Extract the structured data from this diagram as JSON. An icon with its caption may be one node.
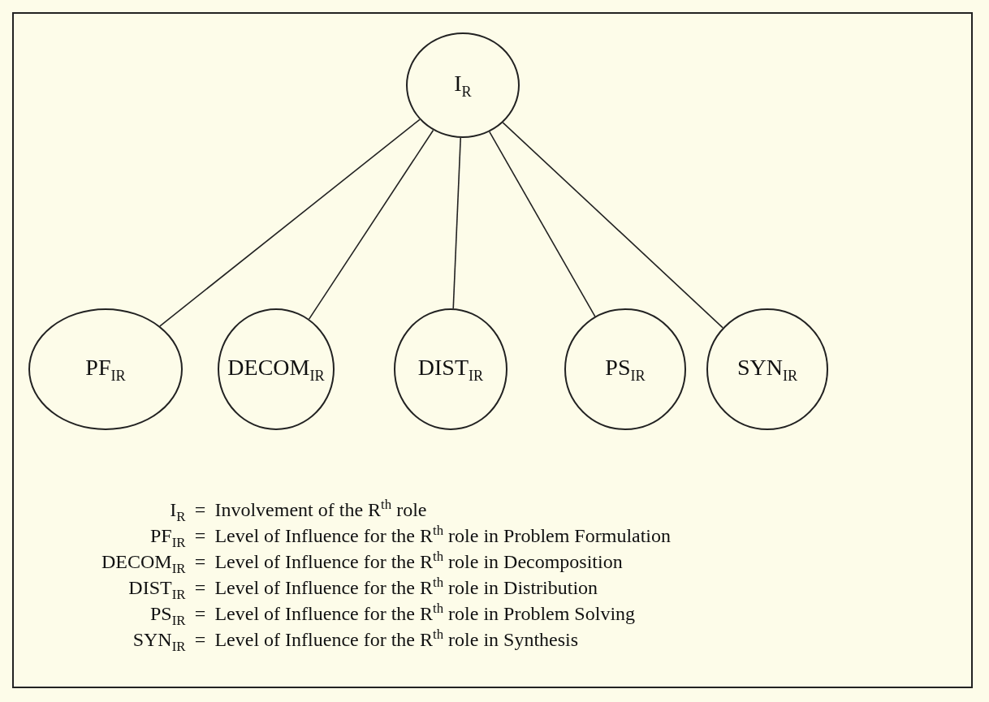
{
  "diagram": {
    "nodes": [
      {
        "text": [
          "I$_{R}$"
        ]
      },
      {
        "text": [
          "PF$_{IR}$"
        ]
      },
      {
        "text": [
          "DECOM$_{IR}$"
        ]
      },
      {
        "text": [
          "DIST$_{IR}$"
        ]
      },
      {
        "text": [
          "PS$_{IR}$"
        ]
      },
      {
        "text": [
          "SYN$_{IR}$"
        ]
      }
    ],
    "edges": [
      {
        "from": 0,
        "to": 1,
        "arrow": "none"
      },
      {
        "from": 0,
        "to": 2,
        "arrow": "none"
      },
      {
        "from": 0,
        "to": 3,
        "arrow": "none"
      },
      {
        "from": 0,
        "to": 4,
        "arrow": "none"
      },
      {
        "from": 0,
        "to": 5,
        "arrow": "none"
      }
    ],
    "labels": [
      "I$_{R}$",
      "=",
      "Involvement of the R$^{th}$ role",
      "PF$_{IR}$",
      "=",
      "Level of Influence for the R$^{th}$ role in Problem Formulation",
      "DECOM$_{IR}$",
      "=",
      "Level of Influence for the R$^{th}$ role in Decomposition",
      "DIST$_{IR}$",
      "=",
      "Level of Influence for the R$^{th}$ role in Distribution",
      "PS$_{IR}$",
      "=",
      "Level of Influence for the R$^{th}$ role in Problem Solving",
      "SYN$_{IR}$",
      "=",
      "Level of Influence for the R$^{th}$ role in Synthesis"
    ]
  }
}
